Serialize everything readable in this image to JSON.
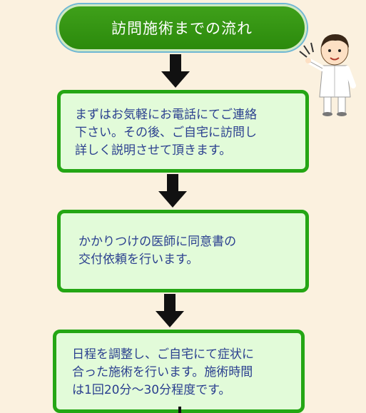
{
  "title": "訪問施術までの流れ",
  "steps": [
    {
      "text": "まずはお気軽にお電話にてご連絡\n下さい。その後、ご自宅に訪問し\n詳しく説明させて頂きます。"
    },
    {
      "text": "かかりつけの医師に同意書の\n交付依頼を行います。"
    },
    {
      "text": "日程を調整し、ご自宅にて症状に\n合った施術を行います。施術時間\nは1回20分～30分程度です。"
    }
  ],
  "colors": {
    "background": "#fbf1df",
    "title_fill": "#2b8a0c",
    "box_border": "#24a614",
    "box_fill": "#e2fbd9",
    "text": "#2a3f8f"
  },
  "illustration": "doctor-pointing-icon"
}
